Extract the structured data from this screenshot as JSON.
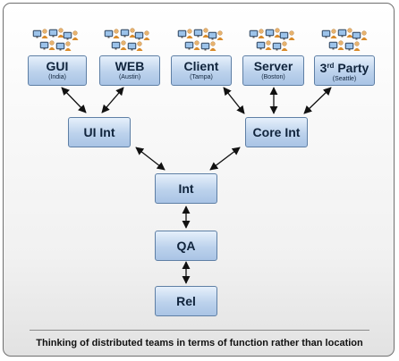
{
  "teams": [
    {
      "id": "gui",
      "label": "GUI",
      "location": "(India)"
    },
    {
      "id": "web",
      "label": "WEB",
      "location": "(Austin)"
    },
    {
      "id": "client",
      "label": "Client",
      "location": "(Tampa)"
    },
    {
      "id": "server",
      "label": "Server",
      "location": "(Boston)"
    },
    {
      "id": "third-party",
      "label_main": "3",
      "label_sup": "rd",
      "label_rest": " Party",
      "location": "(Seattle)"
    }
  ],
  "integration": {
    "ui_int": "UI Int",
    "core_int": "Core Int",
    "int": "Int",
    "qa": "QA",
    "rel": "Rel"
  },
  "caption": "Thinking of distributed teams in terms of function rather than location",
  "colors": {
    "box_top": "#e6f0fb",
    "box_bottom": "#a9c4e5",
    "box_border": "#5e7fa5",
    "text": "#10243c"
  },
  "icons": [
    "people-computers-icon"
  ]
}
